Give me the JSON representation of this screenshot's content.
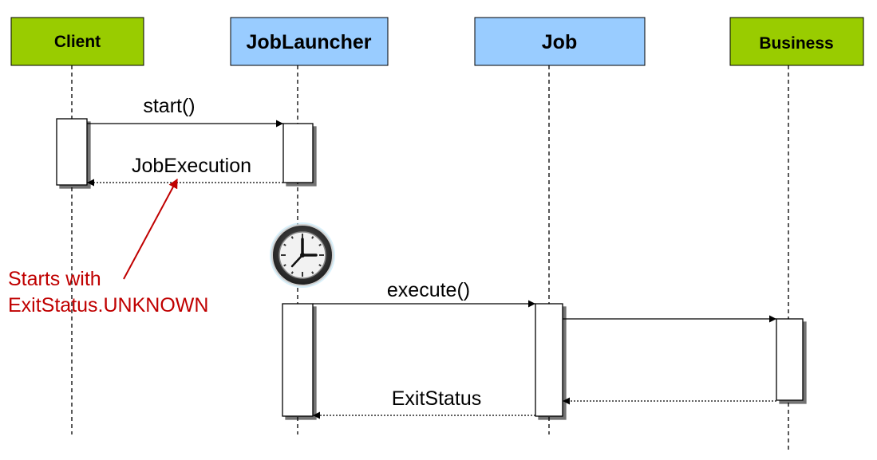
{
  "participants": {
    "client": {
      "label": "Client",
      "fill": "#99cc00"
    },
    "launcher": {
      "label": "JobLauncher",
      "fill": "#99ccff"
    },
    "job": {
      "label": "Job",
      "fill": "#99ccff"
    },
    "business": {
      "label": "Business",
      "fill": "#99cc00"
    }
  },
  "messages": {
    "start": "start()",
    "job_execution": "JobExecution",
    "execute": "execute()",
    "exit_status": "ExitStatus"
  },
  "note": {
    "line1": "Starts with",
    "line2": "ExitStatus.UNKNOWN",
    "color": "#c00000"
  },
  "icons": {
    "wait": "clock-icon"
  }
}
